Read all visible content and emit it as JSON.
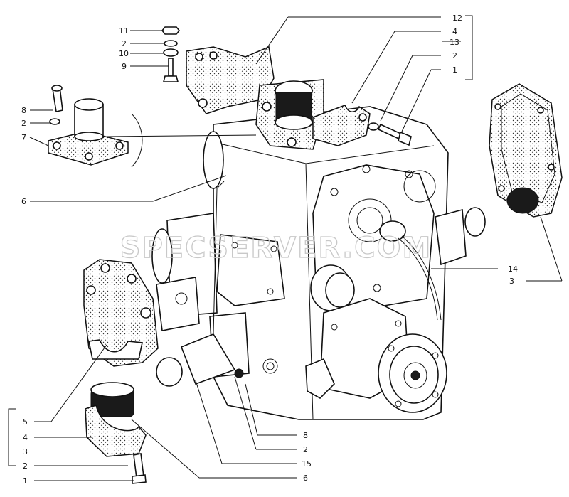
{
  "watermark": "SPECSERVER.COM",
  "callouts": {
    "c12": "12",
    "c4a": "4",
    "c13": "13",
    "c2a": "2",
    "c1a": "1",
    "c11": "11",
    "c2b": "2",
    "c10": "10",
    "c9": "9",
    "c8a": "8",
    "c2c": "2",
    "c7": "7",
    "c6a": "6",
    "c14": "14",
    "c3a": "3",
    "c5": "5",
    "c4b": "4",
    "c3b": "3",
    "c2d": "2",
    "c1b": "1",
    "c8b": "8",
    "c2e": "2",
    "c15": "15",
    "c6b": "6"
  }
}
